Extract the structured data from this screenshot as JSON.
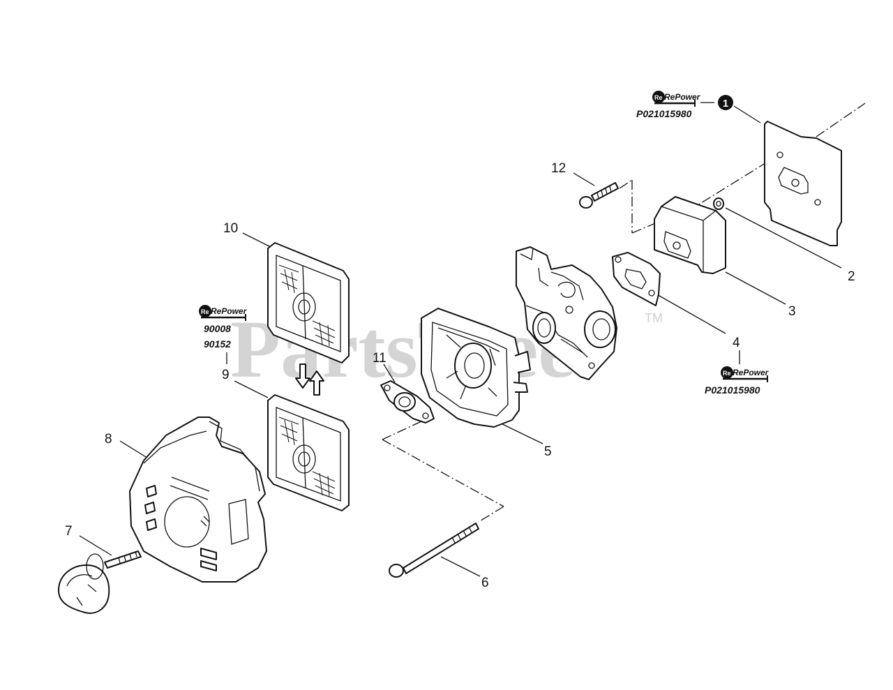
{
  "watermark": {
    "text": "PartsTree",
    "trademark": "TM"
  },
  "repower_badges": [
    {
      "brand": "RePower",
      "part_numbers": [
        "P021015980"
      ]
    },
    {
      "brand": "RePower",
      "part_numbers": [
        "90008",
        "90152"
      ]
    },
    {
      "brand": "RePower",
      "part_numbers": [
        "P021015980"
      ]
    }
  ],
  "callouts": [
    "1",
    "2",
    "3",
    "4",
    "5",
    "6",
    "7",
    "8",
    "9",
    "10",
    "11",
    "12"
  ]
}
